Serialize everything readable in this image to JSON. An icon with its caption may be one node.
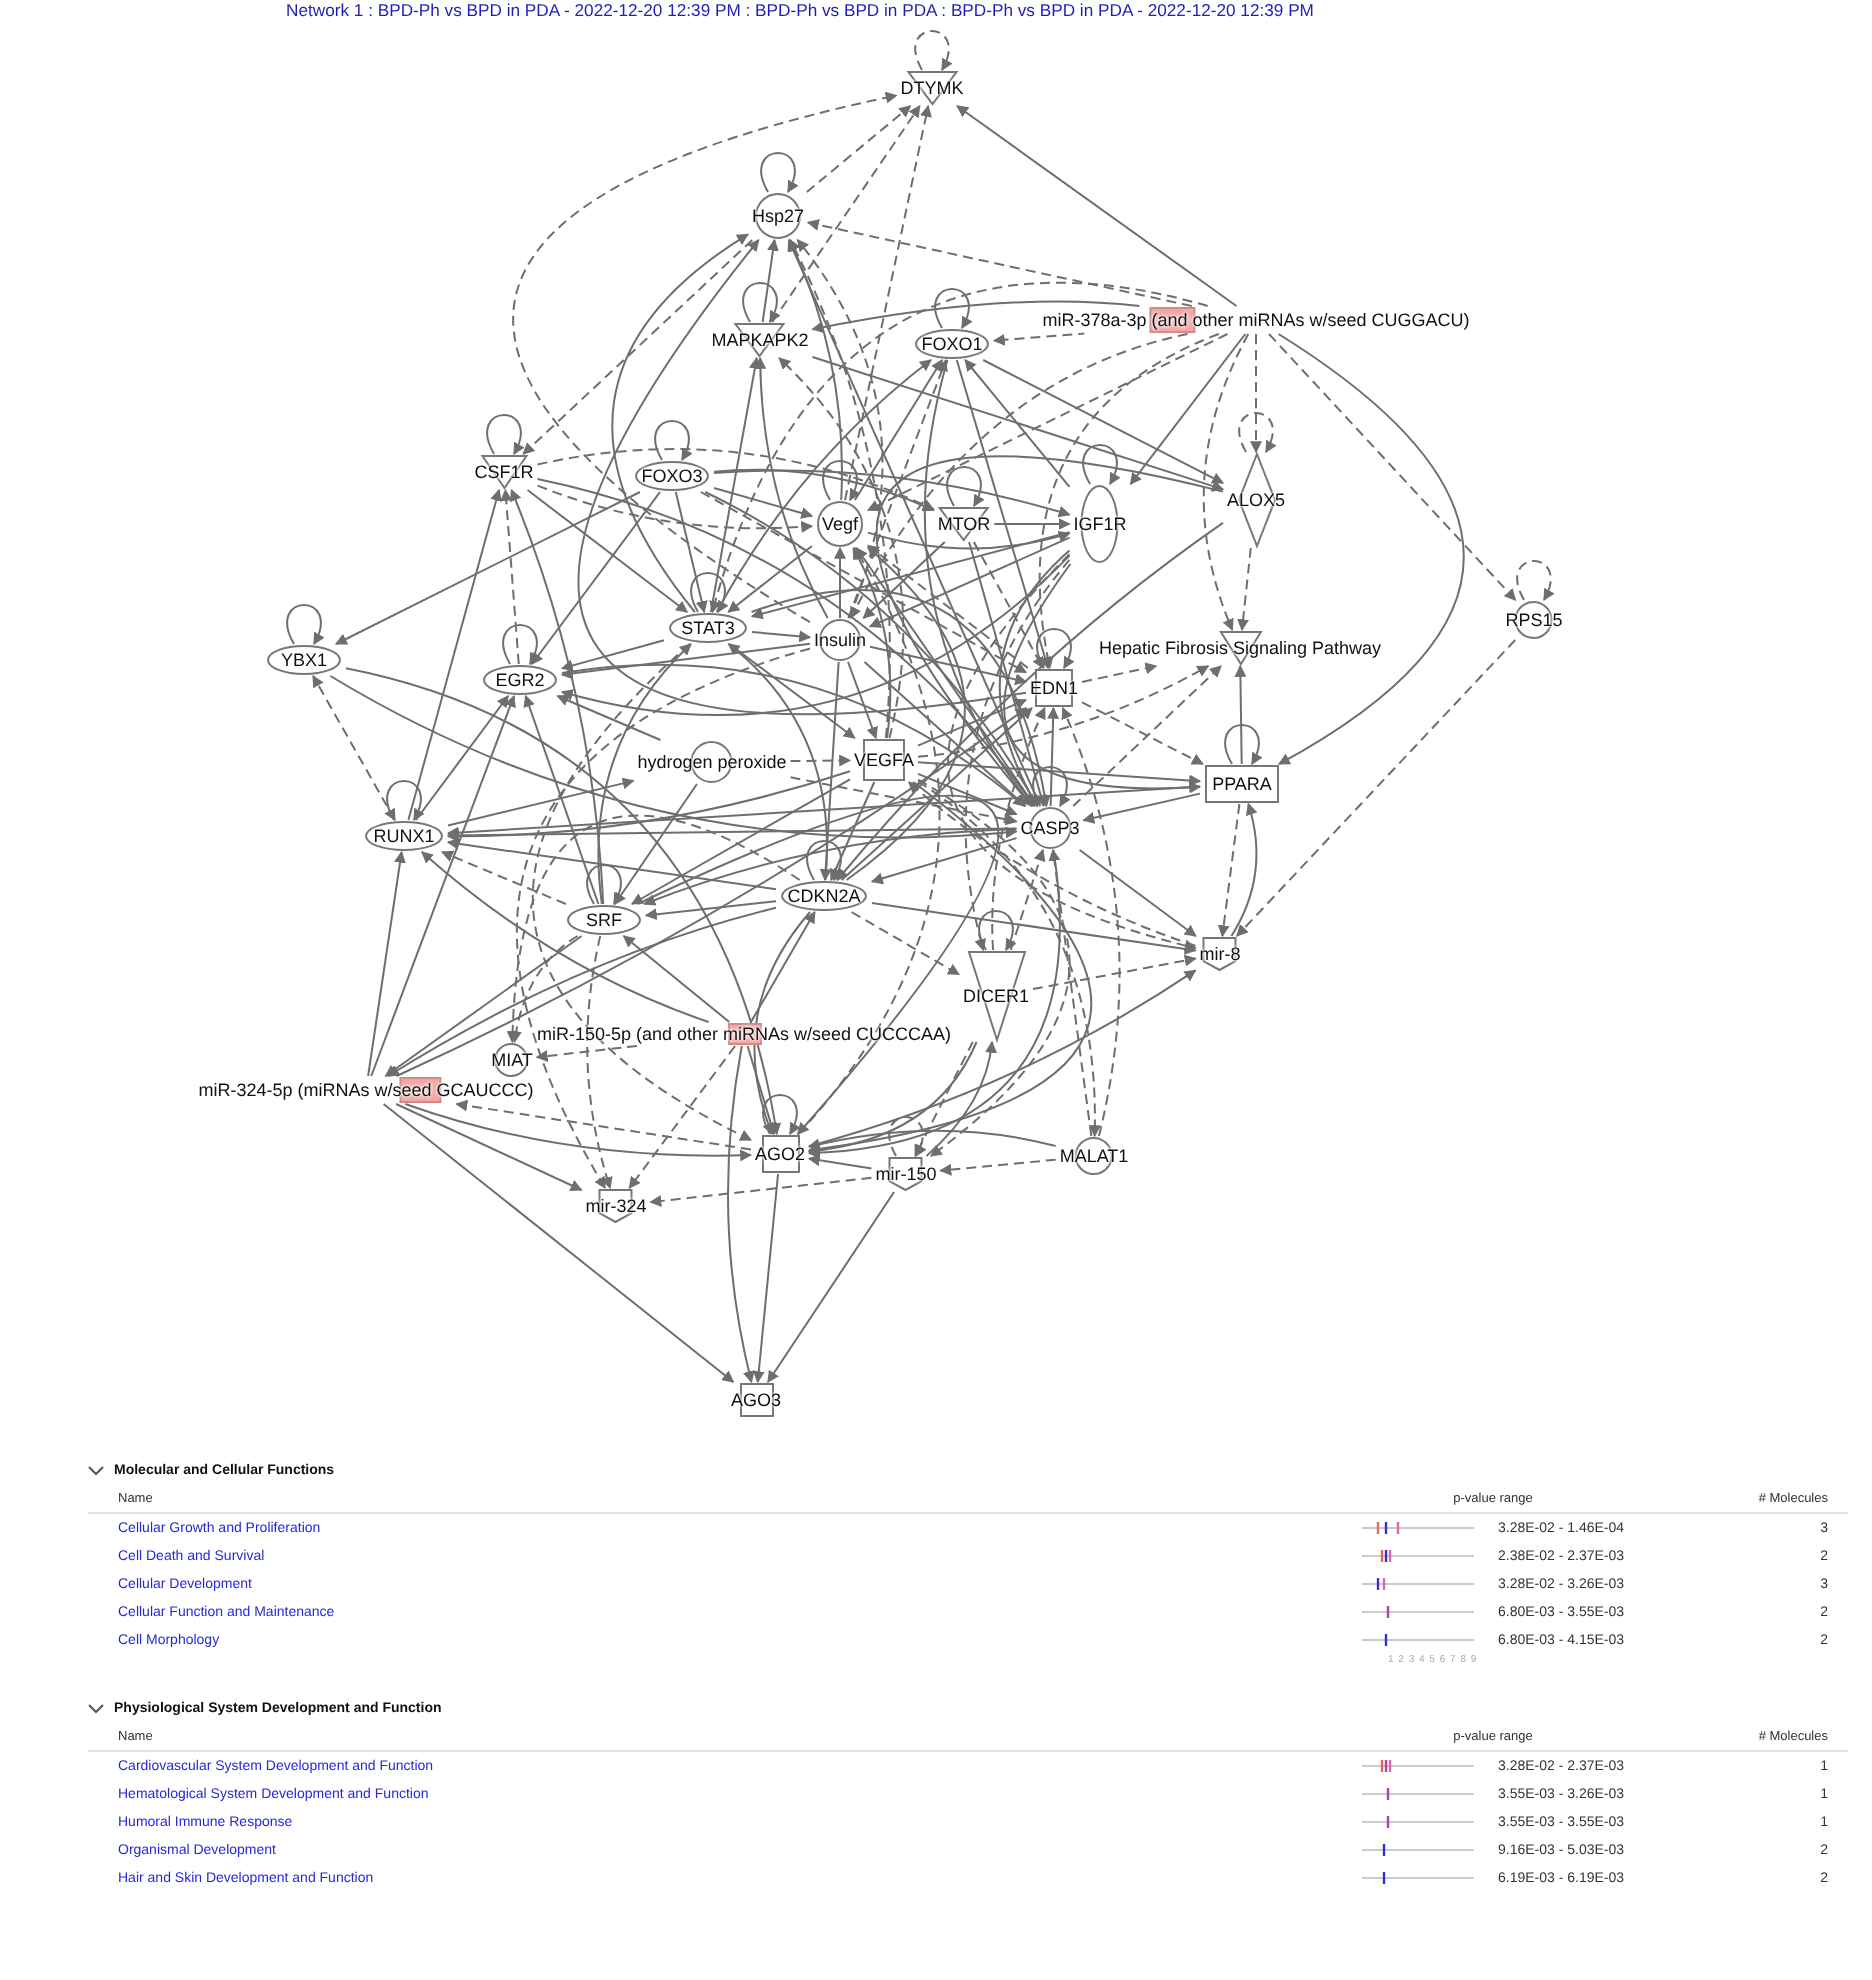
{
  "diagram": {
    "title": "Network 1 : BPD-Ph vs BPD in PDA - 2022-12-20 12:39 PM : BPD-Ph vs BPD in PDA : BPD-Ph vs BPD in PDA - 2022-12-20 12:39 PM",
    "nodes": [
      {
        "text": [
          "DTYMK"
        ]
      },
      {
        "text": [
          "Hsp27"
        ]
      },
      {
        "text": [
          "miR-378a-3p (and other miRNAs w/seed CUGGACU)"
        ]
      },
      {
        "text": [
          "MAPKAPK2"
        ]
      },
      {
        "text": [
          "FOXO1"
        ]
      },
      {
        "text": [
          "CSF1R"
        ]
      },
      {
        "text": [
          "FOXO3"
        ]
      },
      {
        "text": [
          "Vegf"
        ]
      },
      {
        "text": [
          "MTOR"
        ]
      },
      {
        "text": [
          "IGF1R"
        ]
      },
      {
        "text": [
          "ALOX5"
        ]
      },
      {
        "text": [
          "RPS15"
        ]
      },
      {
        "text": [
          "YBX1"
        ]
      },
      {
        "text": [
          "STAT3"
        ]
      },
      {
        "text": [
          "Insulin"
        ]
      },
      {
        "text": [
          "Hepatic Fibrosis Signaling Pathway"
        ]
      },
      {
        "text": [
          "EGR2"
        ]
      },
      {
        "text": [
          "EDN1"
        ]
      },
      {
        "text": [
          "hydrogen peroxide"
        ]
      },
      {
        "text": [
          "VEGFA"
        ]
      },
      {
        "text": [
          "PPARA"
        ]
      },
      {
        "text": [
          "CASP3"
        ]
      },
      {
        "text": [
          "RUNX1"
        ]
      },
      {
        "text": [
          "CDKN2A"
        ]
      },
      {
        "text": [
          "SRF"
        ]
      },
      {
        "text": [
          "mir-8"
        ]
      },
      {
        "text": [
          "DICER1"
        ]
      },
      {
        "text": [
          "miR-150-5p (and other miRNAs w/seed CUCCCAA)"
        ]
      },
      {
        "text": [
          "MIAT"
        ]
      },
      {
        "text": [
          "miR-324-5p (miRNAs w/seed GCAUCCC)"
        ]
      },
      {
        "text": [
          "AGO2"
        ]
      },
      {
        "text": [
          "mir-150"
        ]
      },
      {
        "text": [
          "MALAT1"
        ]
      },
      {
        "text": [
          "mir-324"
        ]
      },
      {
        "text": [
          "AGO3"
        ]
      }
    ],
    "edges": [
      {
        "from": 0,
        "to": 0,
        "arrow": "to",
        "style": "dashed"
      },
      {
        "from": 1,
        "to": 1,
        "arrow": "to"
      },
      {
        "from": 3,
        "to": 3,
        "arrow": "to"
      },
      {
        "from": 4,
        "to": 4,
        "arrow": "to"
      },
      {
        "from": 5,
        "to": 5,
        "arrow": "to"
      },
      {
        "from": 6,
        "to": 6,
        "arrow": "to"
      },
      {
        "from": 7,
        "to": 7,
        "arrow": "to"
      },
      {
        "from": 8,
        "to": 8,
        "arrow": "to"
      },
      {
        "from": 9,
        "to": 9,
        "arrow": "to"
      },
      {
        "from": 10,
        "to": 10,
        "arrow": "to",
        "style": "dashed"
      },
      {
        "from": 11,
        "to": 11,
        "arrow": "to",
        "style": "dashed"
      },
      {
        "from": 12,
        "to": 12,
        "arrow": "to"
      },
      {
        "from": 13,
        "to": 13,
        "arrow": "to"
      },
      {
        "from": 16,
        "to": 16,
        "arrow": "to"
      },
      {
        "from": 17,
        "to": 17,
        "arrow": "to"
      },
      {
        "from": 20,
        "to": 20,
        "arrow": "to"
      },
      {
        "from": 21,
        "to": 21,
        "arrow": "to"
      },
      {
        "from": 22,
        "to": 22,
        "arrow": "to"
      },
      {
        "from": 23,
        "to": 23,
        "arrow": "to"
      },
      {
        "from": 24,
        "to": 24,
        "arrow": "to"
      },
      {
        "from": 26,
        "to": 26,
        "arrow": "to"
      },
      {
        "from": 30,
        "to": 30,
        "arrow": "to"
      },
      {
        "from": 31,
        "to": 31,
        "arrow": "to",
        "style": "dashed"
      },
      {
        "from": 2,
        "to": 0,
        "arrow": "to"
      },
      {
        "from": 2,
        "to": 1,
        "arrow": "to",
        "style": "dashed"
      },
      {
        "from": 2,
        "to": 4,
        "arrow": "to",
        "style": "dashed"
      },
      {
        "from": 2,
        "to": 3,
        "arrow": "to"
      },
      {
        "from": 2,
        "to": 9,
        "arrow": "to"
      },
      {
        "from": 2,
        "to": 10,
        "arrow": "to",
        "style": "dashed"
      },
      {
        "from": 2,
        "to": 15,
        "arrow": "to",
        "style": "dashed"
      },
      {
        "from": 2,
        "to": 20,
        "arrow": "to"
      },
      {
        "from": 2,
        "to": 11,
        "arrow": "to",
        "style": "dashed"
      },
      {
        "from": 2,
        "to": 7,
        "arrow": "to",
        "style": "dashed"
      },
      {
        "from": 2,
        "to": 14,
        "arrow": "to",
        "style": "dashed"
      },
      {
        "from": 2,
        "to": 17,
        "arrow": "to",
        "style": "dashed"
      },
      {
        "from": 2,
        "to": 13,
        "arrow": "to",
        "style": "dashed"
      },
      {
        "from": 11,
        "to": 25,
        "arrow": "to",
        "style": "dashed"
      },
      {
        "from": 1,
        "to": 0,
        "arrow": "to",
        "style": "dashed"
      },
      {
        "from": 1,
        "to": 5,
        "arrow": "to",
        "style": "dashed"
      },
      {
        "from": 7,
        "to": 0,
        "arrow": "to",
        "style": "dashed"
      },
      {
        "from": 3,
        "to": 0,
        "arrow": "to",
        "style": "dashed"
      },
      {
        "from": 14,
        "to": 0,
        "arrow": "to",
        "style": "dashed"
      },
      {
        "from": 3,
        "to": 1,
        "arrow": "to"
      },
      {
        "from": 7,
        "to": 1,
        "arrow": "to"
      },
      {
        "from": 14,
        "to": 1,
        "arrow": "to",
        "style": "dashed"
      },
      {
        "from": 13,
        "to": 1,
        "arrow": "to"
      },
      {
        "from": 21,
        "to": 1,
        "arrow": "to"
      },
      {
        "from": 19,
        "to": 1,
        "arrow": "to",
        "style": "dashed"
      },
      {
        "from": 17,
        "to": 1,
        "arrow": "to"
      },
      {
        "from": 7,
        "to": 4,
        "arrow": "to"
      },
      {
        "from": 13,
        "to": 4,
        "arrow": "to"
      },
      {
        "from": 14,
        "to": 4,
        "arrow": "to",
        "style": "dashed"
      },
      {
        "from": 9,
        "to": 4,
        "arrow": "to"
      },
      {
        "from": 4,
        "to": 10,
        "arrow": "to"
      },
      {
        "from": 6,
        "to": 12,
        "arrow": "to"
      },
      {
        "from": 4,
        "to": 21,
        "arrow": "to"
      },
      {
        "from": 4,
        "to": 17,
        "arrow": "to"
      },
      {
        "from": 3,
        "to": 10,
        "arrow": "to"
      },
      {
        "from": 14,
        "to": 3,
        "arrow": "to"
      },
      {
        "from": 13,
        "to": 3,
        "arrow": "to"
      },
      {
        "from": 19,
        "to": 3,
        "arrow": "to",
        "style": "dashed"
      },
      {
        "from": 5,
        "to": 13,
        "arrow": "to"
      },
      {
        "from": 5,
        "to": 7,
        "arrow": "to",
        "style": "dashed"
      },
      {
        "from": 5,
        "to": 8,
        "arrow": "to",
        "style": "dashed"
      },
      {
        "from": 5,
        "to": 21,
        "arrow": "to"
      },
      {
        "from": 24,
        "to": 5,
        "arrow": "to"
      },
      {
        "from": 22,
        "to": 5,
        "arrow": "to"
      },
      {
        "from": 16,
        "to": 5,
        "arrow": "to",
        "style": "dashed"
      },
      {
        "from": 6,
        "to": 7,
        "arrow": "to"
      },
      {
        "from": 6,
        "to": 8,
        "arrow": "to"
      },
      {
        "from": 6,
        "to": 13,
        "arrow": "to"
      },
      {
        "from": 6,
        "to": 21,
        "arrow": "to"
      },
      {
        "from": 6,
        "to": 16,
        "arrow": "to"
      },
      {
        "from": 6,
        "to": 9,
        "arrow": "to"
      },
      {
        "from": 6,
        "to": 17,
        "arrow": "to",
        "style": "dashed"
      },
      {
        "from": 14,
        "to": 7,
        "arrow": "to"
      },
      {
        "from": 19,
        "to": 7,
        "arrow": "to"
      },
      {
        "from": 7,
        "to": 13,
        "arrow": "to"
      },
      {
        "from": 7,
        "to": 9,
        "arrow": "to"
      },
      {
        "from": 23,
        "to": 7,
        "arrow": "to"
      },
      {
        "from": 21,
        "to": 7,
        "arrow": "to"
      },
      {
        "from": 17,
        "to": 7,
        "arrow": "to",
        "style": "dashed"
      },
      {
        "from": 30,
        "to": 7,
        "arrow": "to",
        "style": "dashed"
      },
      {
        "from": 8,
        "to": 14,
        "arrow": "to"
      },
      {
        "from": 8,
        "to": 21,
        "arrow": "to"
      },
      {
        "from": 8,
        "to": 17,
        "arrow": "to",
        "style": "dashed"
      },
      {
        "from": 8,
        "to": 9,
        "arrow": "to"
      },
      {
        "from": 9,
        "to": 14,
        "arrow": "to"
      },
      {
        "from": 9,
        "to": 21,
        "arrow": "to"
      },
      {
        "from": 9,
        "to": 13,
        "arrow": "to"
      },
      {
        "from": 9,
        "to": 20,
        "arrow": "to"
      },
      {
        "from": 9,
        "to": 16,
        "arrow": "to"
      },
      {
        "from": 9,
        "to": 25,
        "arrow": "to",
        "style": "dashed"
      },
      {
        "from": 9,
        "to": 26,
        "arrow": "to",
        "style": "dashed"
      },
      {
        "from": 10,
        "to": 15,
        "arrow": "to",
        "style": "dashed"
      },
      {
        "from": 10,
        "to": 21,
        "arrow": "to"
      },
      {
        "from": 10,
        "to": 23,
        "arrow": "to"
      },
      {
        "from": 22,
        "to": 12,
        "arrow": "both",
        "style": "dashed"
      },
      {
        "from": 12,
        "to": 21,
        "arrow": "to"
      },
      {
        "from": 12,
        "to": 30,
        "arrow": "to"
      },
      {
        "from": 13,
        "to": 14,
        "arrow": "to"
      },
      {
        "from": 13,
        "to": 16,
        "arrow": "to"
      },
      {
        "from": 13,
        "to": 21,
        "arrow": "to"
      },
      {
        "from": 13,
        "to": 19,
        "arrow": "to"
      },
      {
        "from": 23,
        "to": 13,
        "arrow": "to"
      },
      {
        "from": 24,
        "to": 13,
        "arrow": "to"
      },
      {
        "from": 13,
        "to": 30,
        "arrow": "to",
        "style": "dashed"
      },
      {
        "from": 14,
        "to": 19,
        "arrow": "to"
      },
      {
        "from": 14,
        "to": 17,
        "arrow": "to"
      },
      {
        "from": 14,
        "to": 21,
        "arrow": "to"
      },
      {
        "from": 14,
        "to": 16,
        "arrow": "to"
      },
      {
        "from": 14,
        "to": 23,
        "arrow": "to"
      },
      {
        "from": 14,
        "to": 33,
        "arrow": "to",
        "style": "dashed"
      },
      {
        "from": 20,
        "to": 15,
        "arrow": "to"
      },
      {
        "from": 19,
        "to": 15,
        "arrow": "to",
        "style": "dashed"
      },
      {
        "from": 21,
        "to": 15,
        "arrow": "to",
        "style": "dashed"
      },
      {
        "from": 17,
        "to": 15,
        "arrow": "to",
        "style": "dashed"
      },
      {
        "from": 16,
        "to": 21,
        "arrow": "to"
      },
      {
        "from": 22,
        "to": 16,
        "arrow": "to"
      },
      {
        "from": 24,
        "to": 16,
        "arrow": "to"
      },
      {
        "from": 29,
        "to": 16,
        "arrow": "to"
      },
      {
        "from": 18,
        "to": 16,
        "arrow": "to"
      },
      {
        "from": 19,
        "to": 17,
        "arrow": "to"
      },
      {
        "from": 23,
        "to": 17,
        "arrow": "to"
      },
      {
        "from": 21,
        "to": 17,
        "arrow": "to"
      },
      {
        "from": 17,
        "to": 20,
        "arrow": "to",
        "style": "dashed"
      },
      {
        "from": 29,
        "to": 17,
        "arrow": "to"
      },
      {
        "from": 26,
        "to": 17,
        "arrow": "to",
        "style": "dashed"
      },
      {
        "from": 32,
        "to": 17,
        "arrow": "to",
        "style": "dashed"
      },
      {
        "from": 18,
        "to": 19,
        "arrow": "to",
        "style": "dashed"
      },
      {
        "from": 18,
        "to": 24,
        "arrow": "to"
      },
      {
        "from": 18,
        "to": 21,
        "arrow": "to",
        "style": "dashed"
      },
      {
        "from": 19,
        "to": 21,
        "arrow": "to"
      },
      {
        "from": 19,
        "to": 23,
        "arrow": "to"
      },
      {
        "from": 19,
        "to": 24,
        "arrow": "to"
      },
      {
        "from": 19,
        "to": 22,
        "arrow": "to"
      },
      {
        "from": 19,
        "to": 20,
        "arrow": "to"
      },
      {
        "from": 19,
        "to": 30,
        "arrow": "to"
      },
      {
        "from": 19,
        "to": 31,
        "arrow": "to",
        "style": "dashed"
      },
      {
        "from": 25,
        "to": 19,
        "arrow": "to",
        "style": "dashed"
      },
      {
        "from": 20,
        "to": 21,
        "arrow": "to"
      },
      {
        "from": 20,
        "to": 25,
        "arrow": "to",
        "style": "dashed"
      },
      {
        "from": 25,
        "to": 20,
        "arrow": "to"
      },
      {
        "from": 20,
        "to": 22,
        "arrow": "to"
      },
      {
        "from": 21,
        "to": 23,
        "arrow": "to"
      },
      {
        "from": 21,
        "to": 22,
        "arrow": "to"
      },
      {
        "from": 21,
        "to": 24,
        "arrow": "to"
      },
      {
        "from": 21,
        "to": 25,
        "arrow": "to"
      },
      {
        "from": 26,
        "to": 21,
        "arrow": "to",
        "style": "dashed"
      },
      {
        "from": 32,
        "to": 21,
        "arrow": "to",
        "style": "dashed"
      },
      {
        "from": 21,
        "to": 30,
        "arrow": "to"
      },
      {
        "from": 29,
        "to": 22,
        "arrow": "to"
      },
      {
        "from": 23,
        "to": 22,
        "arrow": "to"
      },
      {
        "from": 22,
        "to": 18,
        "arrow": "to"
      },
      {
        "from": 24,
        "to": 22,
        "arrow": "to",
        "style": "dashed"
      },
      {
        "from": 23,
        "to": 24,
        "arrow": "to"
      },
      {
        "from": 23,
        "to": 25,
        "arrow": "to"
      },
      {
        "from": 23,
        "to": 30,
        "arrow": "to"
      },
      {
        "from": 23,
        "to": 29,
        "arrow": "to"
      },
      {
        "from": 23,
        "to": 28,
        "arrow": "to",
        "style": "dashed"
      },
      {
        "from": 23,
        "to": 26,
        "arrow": "to",
        "style": "dashed"
      },
      {
        "from": 24,
        "to": 29,
        "arrow": "to"
      },
      {
        "from": 24,
        "to": 28,
        "arrow": "to",
        "style": "dashed"
      },
      {
        "from": 24,
        "to": 30,
        "arrow": "to"
      },
      {
        "from": 24,
        "to": 33,
        "arrow": "to",
        "style": "dashed"
      },
      {
        "from": 30,
        "to": 25,
        "arrow": "to"
      },
      {
        "from": 26,
        "to": 25,
        "arrow": "to",
        "style": "dashed"
      },
      {
        "from": 26,
        "to": 30,
        "arrow": "to"
      },
      {
        "from": 26,
        "to": 31,
        "arrow": "to",
        "style": "dashed"
      },
      {
        "from": 31,
        "to": 26,
        "arrow": "to"
      },
      {
        "from": 27,
        "to": 24,
        "arrow": "to"
      },
      {
        "from": 27,
        "to": 23,
        "arrow": "to"
      },
      {
        "from": 27,
        "to": 30,
        "arrow": "to"
      },
      {
        "from": 27,
        "to": 34,
        "arrow": "to"
      },
      {
        "from": 27,
        "to": 33,
        "arrow": "to",
        "style": "dashed"
      },
      {
        "from": 27,
        "to": 28,
        "arrow": "to",
        "style": "dashed"
      },
      {
        "from": 27,
        "to": 22,
        "arrow": "to"
      },
      {
        "from": 29,
        "to": 33,
        "arrow": "to"
      },
      {
        "from": 29,
        "to": 34,
        "arrow": "to"
      },
      {
        "from": 30,
        "to": 29,
        "arrow": "to",
        "style": "dashed"
      },
      {
        "from": 29,
        "to": 30,
        "arrow": "to"
      },
      {
        "from": 30,
        "to": 34,
        "arrow": "to"
      },
      {
        "from": 31,
        "to": 30,
        "arrow": "to"
      },
      {
        "from": 32,
        "to": 30,
        "arrow": "to"
      },
      {
        "from": 31,
        "to": 34,
        "arrow": "to"
      },
      {
        "from": 32,
        "to": 31,
        "arrow": "to",
        "style": "dashed"
      },
      {
        "from": 19,
        "to": 32,
        "arrow": "to",
        "style": "dashed"
      },
      {
        "from": 31,
        "to": 33,
        "arrow": "to",
        "style": "dashed"
      }
    ],
    "labels": [
      "Molecular and Cellular Functions",
      "Name",
      "p-value range",
      "# Molecules",
      "Cellular Growth and Proliferation",
      "3.28E-02 - 1.46E-04",
      "3",
      "Cell Death and Survival",
      "2.38E-02 - 2.37E-03",
      "2",
      "Cellular Development",
      "3.28E-02 - 3.26E-03",
      "3",
      "Cellular Function and Maintenance",
      "6.80E-03 - 3.55E-03",
      "2",
      "Cell Morphology",
      "6.80E-03 - 4.15E-03",
      "2",
      "1 2 3 4 5 6 7 8 9",
      "Physiological System Development and Function",
      "Name",
      "p-value range",
      "# Molecules",
      "Cardiovascular System Development and Function",
      "3.28E-02 - 2.37E-03",
      "1",
      "Hematological System Development and Function",
      "3.55E-03 - 3.26E-03",
      "1",
      "Humoral Immune Response",
      "3.55E-03 - 3.55E-03",
      "1",
      "Organismal Development",
      "9.16E-03 - 5.03E-03",
      "2",
      "Hair and Skin Development and Function",
      "6.19E-03 - 6.19E-03",
      "2"
    ]
  }
}
